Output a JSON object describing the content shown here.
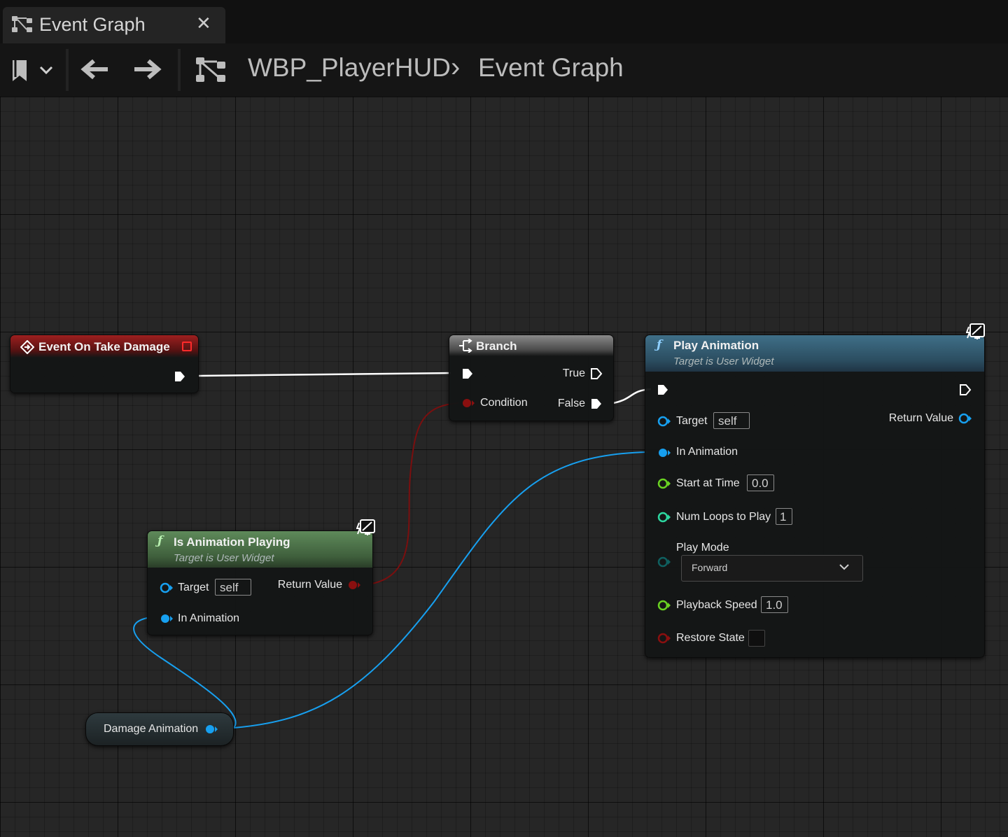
{
  "tab": {
    "title": "Event Graph",
    "close": "✕"
  },
  "breadcrumb": {
    "blueprint": "WBP_PlayerHUD",
    "separator": "›",
    "graph": "Event Graph"
  },
  "colors": {
    "exec": "#ffffff",
    "bool": "#8a0f0f",
    "object": "#17a0f0",
    "float": "#6ad322",
    "int": "#2dd7a0",
    "byte": "#0f6060"
  },
  "nodes": {
    "event_damage": {
      "title": "Event On Take Damage"
    },
    "branch": {
      "title": "Branch",
      "true_label": "True",
      "false_label": "False",
      "condition_label": "Condition"
    },
    "is_playing": {
      "title": "Is Animation Playing",
      "subtitle": "Target is User Widget",
      "target_label": "Target",
      "target_value": "self",
      "return_label": "Return Value",
      "in_anim_label": "In Animation"
    },
    "play_anim": {
      "title": "Play Animation",
      "subtitle": "Target is User Widget",
      "target_label": "Target",
      "target_value": "self",
      "return_label": "Return Value",
      "in_anim_label": "In Animation",
      "start_time_label": "Start at Time",
      "start_time_value": "0.0",
      "loops_label": "Num Loops to Play",
      "loops_value": "1",
      "play_mode_label": "Play Mode",
      "play_mode_value": "Forward",
      "speed_label": "Playback Speed",
      "speed_value": "1.0",
      "restore_label": "Restore State"
    },
    "damage_anim_var": {
      "label": "Damage Animation"
    }
  }
}
